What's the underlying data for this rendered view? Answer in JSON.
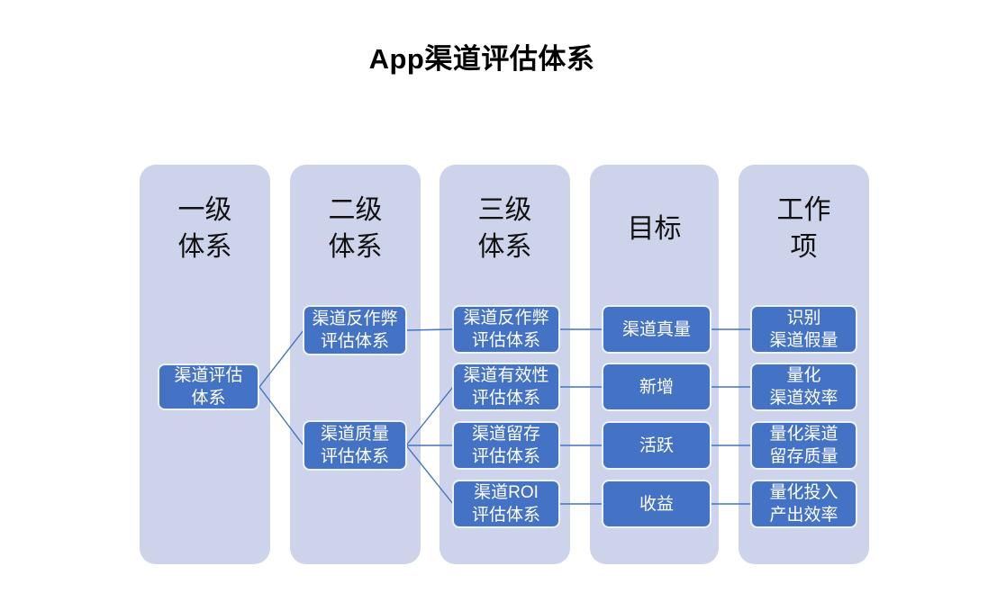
{
  "title": "App渠道评估体系",
  "colors": {
    "accent": "#4472c4",
    "col-bg": "#ccd3ea",
    "line": "#4472c4",
    "node-border": "#eef2fb",
    "node-text": "#ffffff",
    "header-text": "#111111",
    "page-bg": "#ffffff"
  },
  "columns": [
    {
      "id": "level1",
      "header": "一级\n体系",
      "boxes": [
        "渠道评估\n体系"
      ]
    },
    {
      "id": "level2",
      "header": "二级\n体系",
      "boxes": [
        "渠道反作弊\n评估体系",
        "渠道质量\n评估体系"
      ]
    },
    {
      "id": "level3",
      "header": "三级\n体系",
      "boxes": [
        "渠道反作弊\n评估体系",
        "渠道有效性\n评估体系",
        "渠道留存\n评估体系",
        "渠道ROI\n评估体系"
      ]
    },
    {
      "id": "goal",
      "header": "目标",
      "boxes": [
        "渠道真量",
        "新增",
        "活跃",
        "收益"
      ]
    },
    {
      "id": "work",
      "header": "工作\n项",
      "boxes": [
        "识别\n渠道假量",
        "量化\n渠道效率",
        "量化渠道\n留存质量",
        "量化投入\n产出效率"
      ]
    }
  ]
}
